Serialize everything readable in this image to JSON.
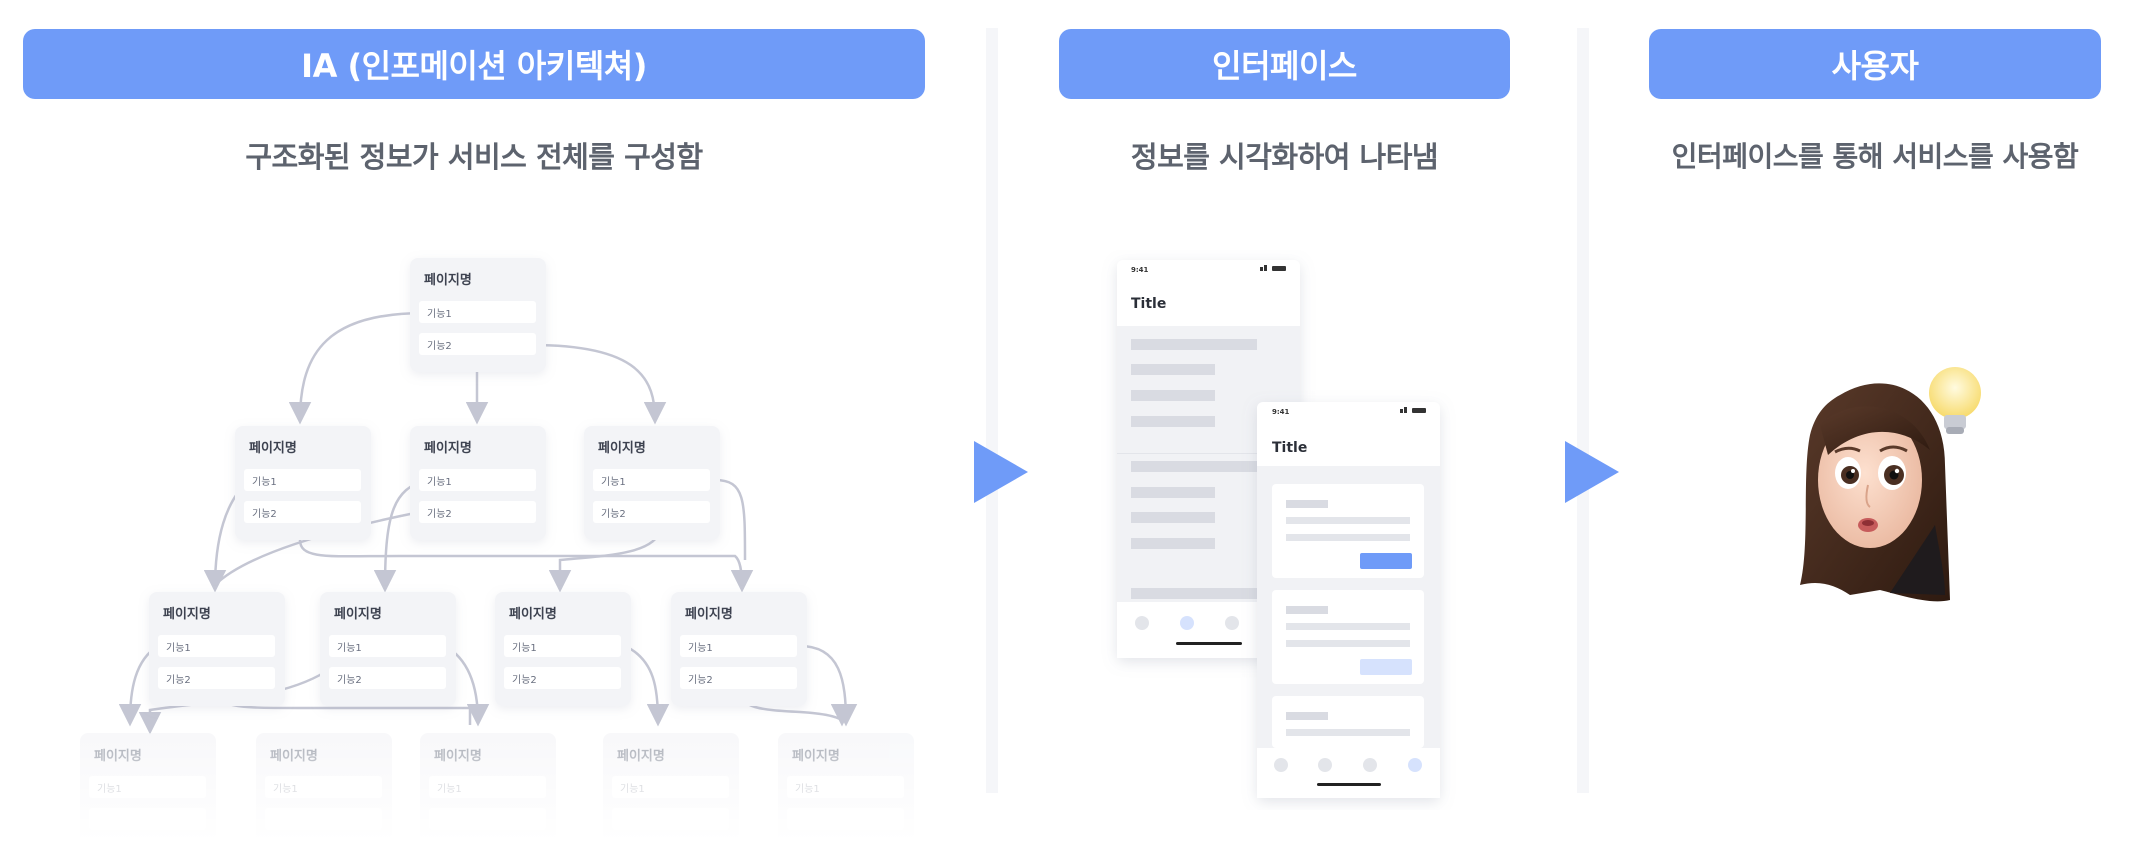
{
  "sections": {
    "ia": {
      "title": "IA (인포메이션 아키텍쳐)",
      "subtitle": "구조화된 정보가 서비스 전체를 구성함",
      "page_label": "페이지명",
      "feature1": "기능1",
      "feature2": "기능2"
    },
    "interface": {
      "title": "인터페이스",
      "subtitle": "정보를 시각화하여 나타냄",
      "phone_time": "9:41",
      "screen_title": "Title"
    },
    "user": {
      "title": "사용자",
      "subtitle": "인터페이스를 통해 서비스를 사용함"
    }
  },
  "colors": {
    "accent": "#6f9bf8",
    "card_bg": "#f3f4f7",
    "connector": "#c4c6d3",
    "heading_text": "#5d636e"
  },
  "icons": [
    "play-arrow-icon",
    "lightbulb-icon",
    "avatar-memoji"
  ]
}
